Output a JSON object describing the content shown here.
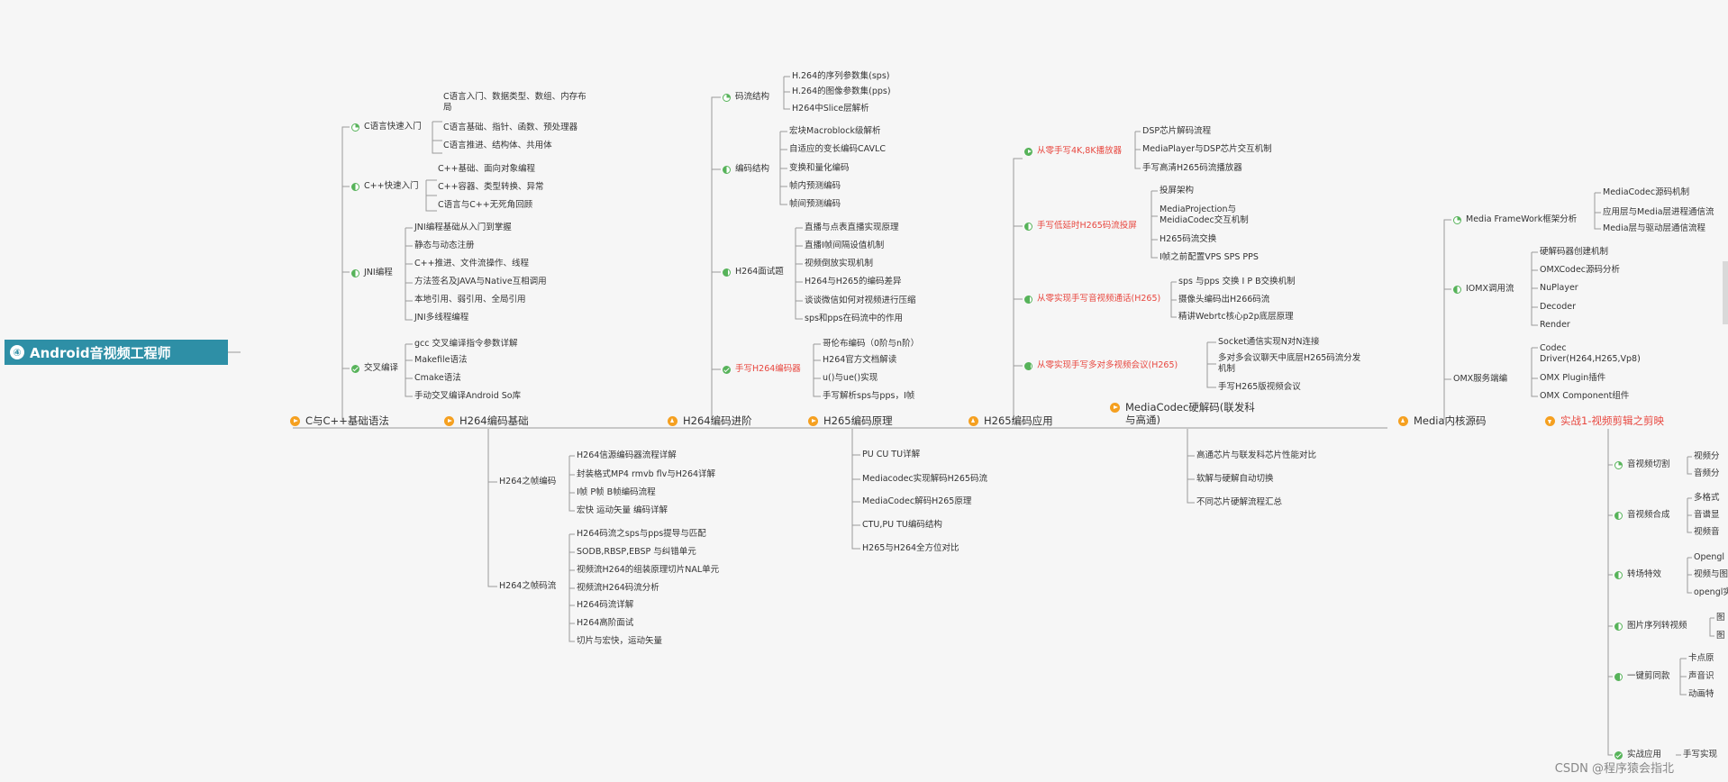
{
  "root": {
    "number": "④",
    "title": "Android音视频工程师"
  },
  "watermark": "CSDN @程序猿会指北",
  "main_topics": [
    "C与C++基础语法",
    "H264编码基础",
    "H264编码进阶",
    "H265编码原理",
    "H265编码应用",
    "MediaCodec硬解码(联发科与高通)",
    "Media内核源码",
    "实战1-视频剪辑之剪映"
  ],
  "c_cpp": [
    {
      "title": "C语言快速入门",
      "items": [
        "C语言入门、数据类型、数组、内存布局",
        "C语言基础、指针、函数、预处理器",
        "C语言推进、结构体、共用体"
      ]
    },
    {
      "title": "C++快速入门",
      "items": [
        "C++基础、面向对象编程",
        "C++容器、类型转换、异常",
        "C语言与C++无死角回顾"
      ]
    },
    {
      "title": "JNI编程",
      "items": [
        "JNI编程基础从入门到掌握",
        "静态与动态注册",
        "C++推进、文件流操作、线程",
        "方法签名及JAVA与Native互相调用",
        "本地引用、弱引用、全局引用",
        "JNI多线程编程"
      ]
    },
    {
      "title": "交叉编译",
      "items": [
        "gcc 交叉编译指令参数详解",
        "Makefile语法",
        "Cmake语法",
        "手动交叉编译Android So库"
      ]
    }
  ],
  "h264_basic": [
    {
      "title": "H264之帧编码",
      "items": [
        "H264信源编码器流程详解",
        "封装格式MP4 rmvb flv与H264详解",
        "I帧 P帧 B帧编码流程",
        "宏快 运动矢量 编码详解"
      ]
    },
    {
      "title": "H264之帧码流",
      "items": [
        "H264码流之sps与pps提导与匹配",
        "SODB,RBSP,EBSP 与纠错单元",
        "视频流H264的组装原理切片NAL单元",
        "视频流H264码流分析",
        "H264码流详解",
        "H264高阶面试",
        "切片与宏快，运动矢量"
      ]
    }
  ],
  "h264_adv": [
    {
      "title": "码流结构",
      "items": [
        "H.264的序列参数集(sps)",
        "H.264的图像参数集(pps)",
        "H264中Slice层解析"
      ]
    },
    {
      "title": "编码结构",
      "items": [
        "宏块Macroblock级解析",
        "自适应的变长编码CAVLC",
        "变换和量化编码",
        "帧内预测编码",
        "帧间预测编码"
      ]
    },
    {
      "title": "H264面试题",
      "items": [
        "直播与点表直播实现原理",
        "直播I帧间隔设值机制",
        "视频倒放实现机制",
        "H264与H265的编码差异",
        "谈谈微信如何对视频进行压缩",
        "sps和pps在码流中的作用"
      ]
    },
    {
      "title": "手写H264编码器",
      "items": [
        "哥伦布编码（0阶与n阶）",
        "H264官方文档解读",
        "u()与ue()实现",
        "手写解析sps与pps，I帧"
      ]
    }
  ],
  "h265_principle": [
    "PU CU TU详解",
    "Mediacodec实现解码H265码流",
    "MediaCodec解码H265原理",
    "CTU,PU TU编码结构",
    "H265与H264全方位对比"
  ],
  "h265_app": [
    {
      "title": "从零手写4K,8K播放器",
      "items": [
        "DSP芯片解码流程",
        "MediaPlayer与DSP芯片交互机制",
        "手写高清H265码流播放器"
      ]
    },
    {
      "title": "手写低延时H265码流投屏",
      "items": [
        "投屏架构",
        "MediaProjection与MeidiaCodec交互机制",
        "H265码流交换",
        "I帧之前配置VPS SPS PPS"
      ]
    },
    {
      "title": "从零实现手写音视频通话(H265)",
      "items": [
        "sps 与pps 交换 I P B交换机制",
        "摄像头编码出H266码流",
        "精讲Webrtc核心p2p底层原理"
      ]
    },
    {
      "title": "从零实现手写多对多视频会议(H265)",
      "items": [
        "Socket通信实现N对N连接",
        "多对多会议聊天中底层H265码流分发机制",
        "手写H265版视频会议"
      ]
    }
  ],
  "mediacodec": [
    "高通芯片与联发科芯片性能对比",
    "软解与硬解自动切换",
    "不同芯片硬解流程汇总"
  ],
  "media_kernel": [
    {
      "title": "Media FrameWork框架分析",
      "items": [
        "MediaCodec源码机制",
        "应用层与Media层进程通信流",
        "Media层与驱动层通信流程"
      ]
    },
    {
      "title": "IOMX调用流",
      "items": [
        "硬解码器创建机制",
        "OMXCodec源码分析",
        "NuPlayer",
        "Decoder",
        "Render"
      ]
    },
    {
      "title": "OMX服务端编",
      "items": [
        "Codec Driver(H264,H265,Vp8)",
        "OMX Plugin插件",
        "OMX Component组件"
      ]
    }
  ],
  "capcut": [
    {
      "title": "音视频切割",
      "items": [
        "视频分",
        "音频分"
      ]
    },
    {
      "title": "音视频合成",
      "items": [
        "多格式",
        "音谱显",
        "视频音"
      ]
    },
    {
      "title": "转场特效",
      "items": [
        "Opengl",
        "视频与图",
        "opengl实"
      ]
    },
    {
      "title": "图片序列转视频",
      "items": [
        "图",
        "图"
      ]
    },
    {
      "title": "一键剪同款",
      "items": [
        "卡点原",
        "声音识",
        "动画特"
      ]
    },
    {
      "title": "实战应用",
      "items": [
        "手写实现"
      ]
    }
  ]
}
